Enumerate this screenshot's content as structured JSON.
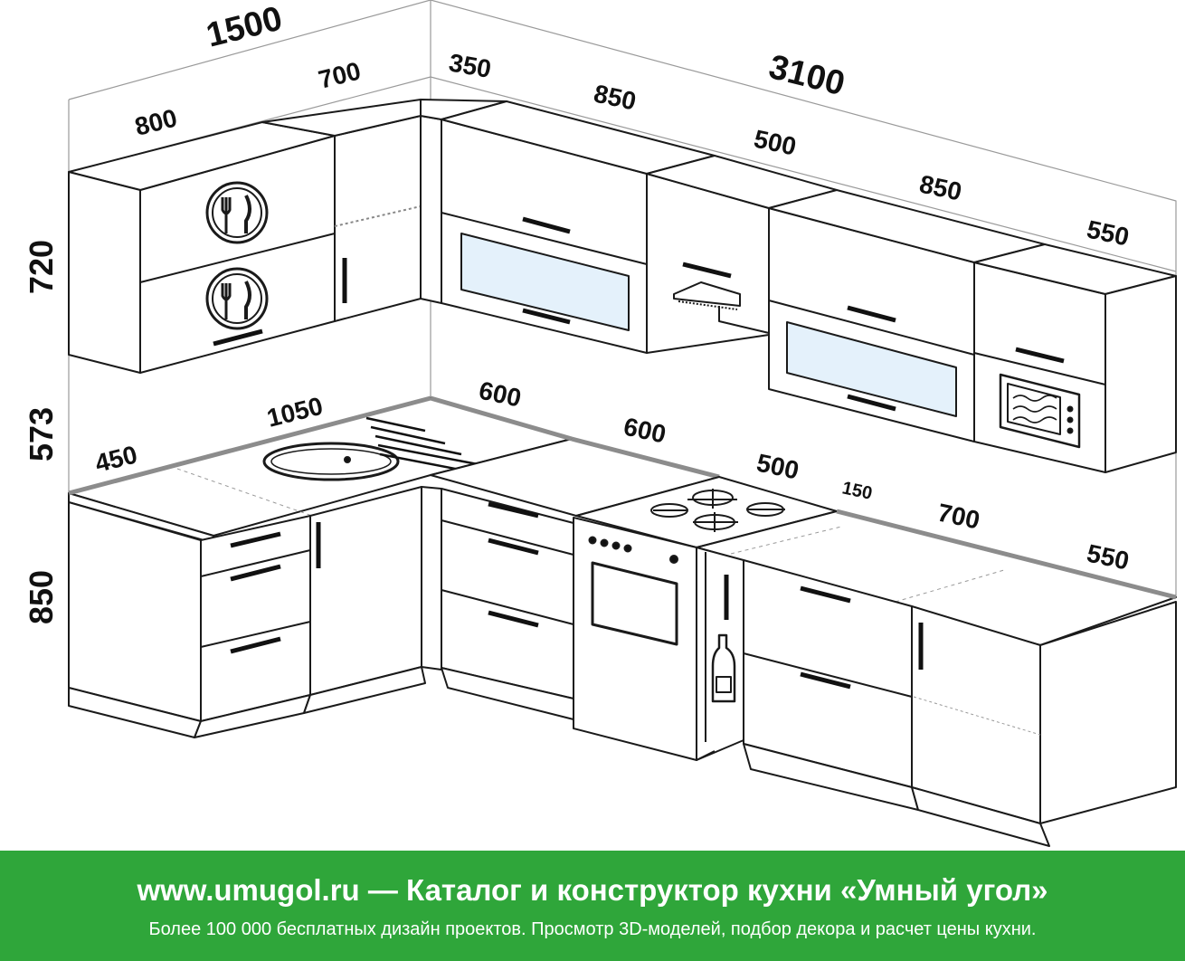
{
  "dimensions": {
    "upper_total_left": "1500",
    "upper_total_right": "3100",
    "upper_left_corner_depth": "350",
    "upper_left_1": "800",
    "upper_left_2": "700",
    "upper_right_1": "850",
    "upper_right_2": "500",
    "upper_right_3": "850",
    "upper_right_4": "550",
    "height_upper": "720",
    "height_gap": "573",
    "height_lower": "850",
    "counter_left_depth": "450",
    "counter_left_length": "1050",
    "counter_corner": "600",
    "counter_right_1": "600",
    "counter_right_2": "500",
    "counter_gap": "150",
    "counter_right_3": "700",
    "counter_right_4": "550"
  },
  "icons": [
    "cutlery-plate-icon",
    "cutlery-plate-icon",
    "range-hood-icon",
    "microwave-icon",
    "gas-hob-icon",
    "oven-icon",
    "sink-icon",
    "bottle-icon"
  ],
  "colors": {
    "banner": "#2fa63a",
    "banner_text": "#ffffff",
    "glass": "#e4f1fb",
    "counter_edge": "#8c8c8c"
  },
  "banner": {
    "title": "www.umugol.ru — Каталог и конструктор кухни «Умный угол»",
    "subtitle": "Более 100 000 бесплатных дизайн проектов. Просмотр 3D-моделей, подбор декора и расчет цены кухни."
  }
}
